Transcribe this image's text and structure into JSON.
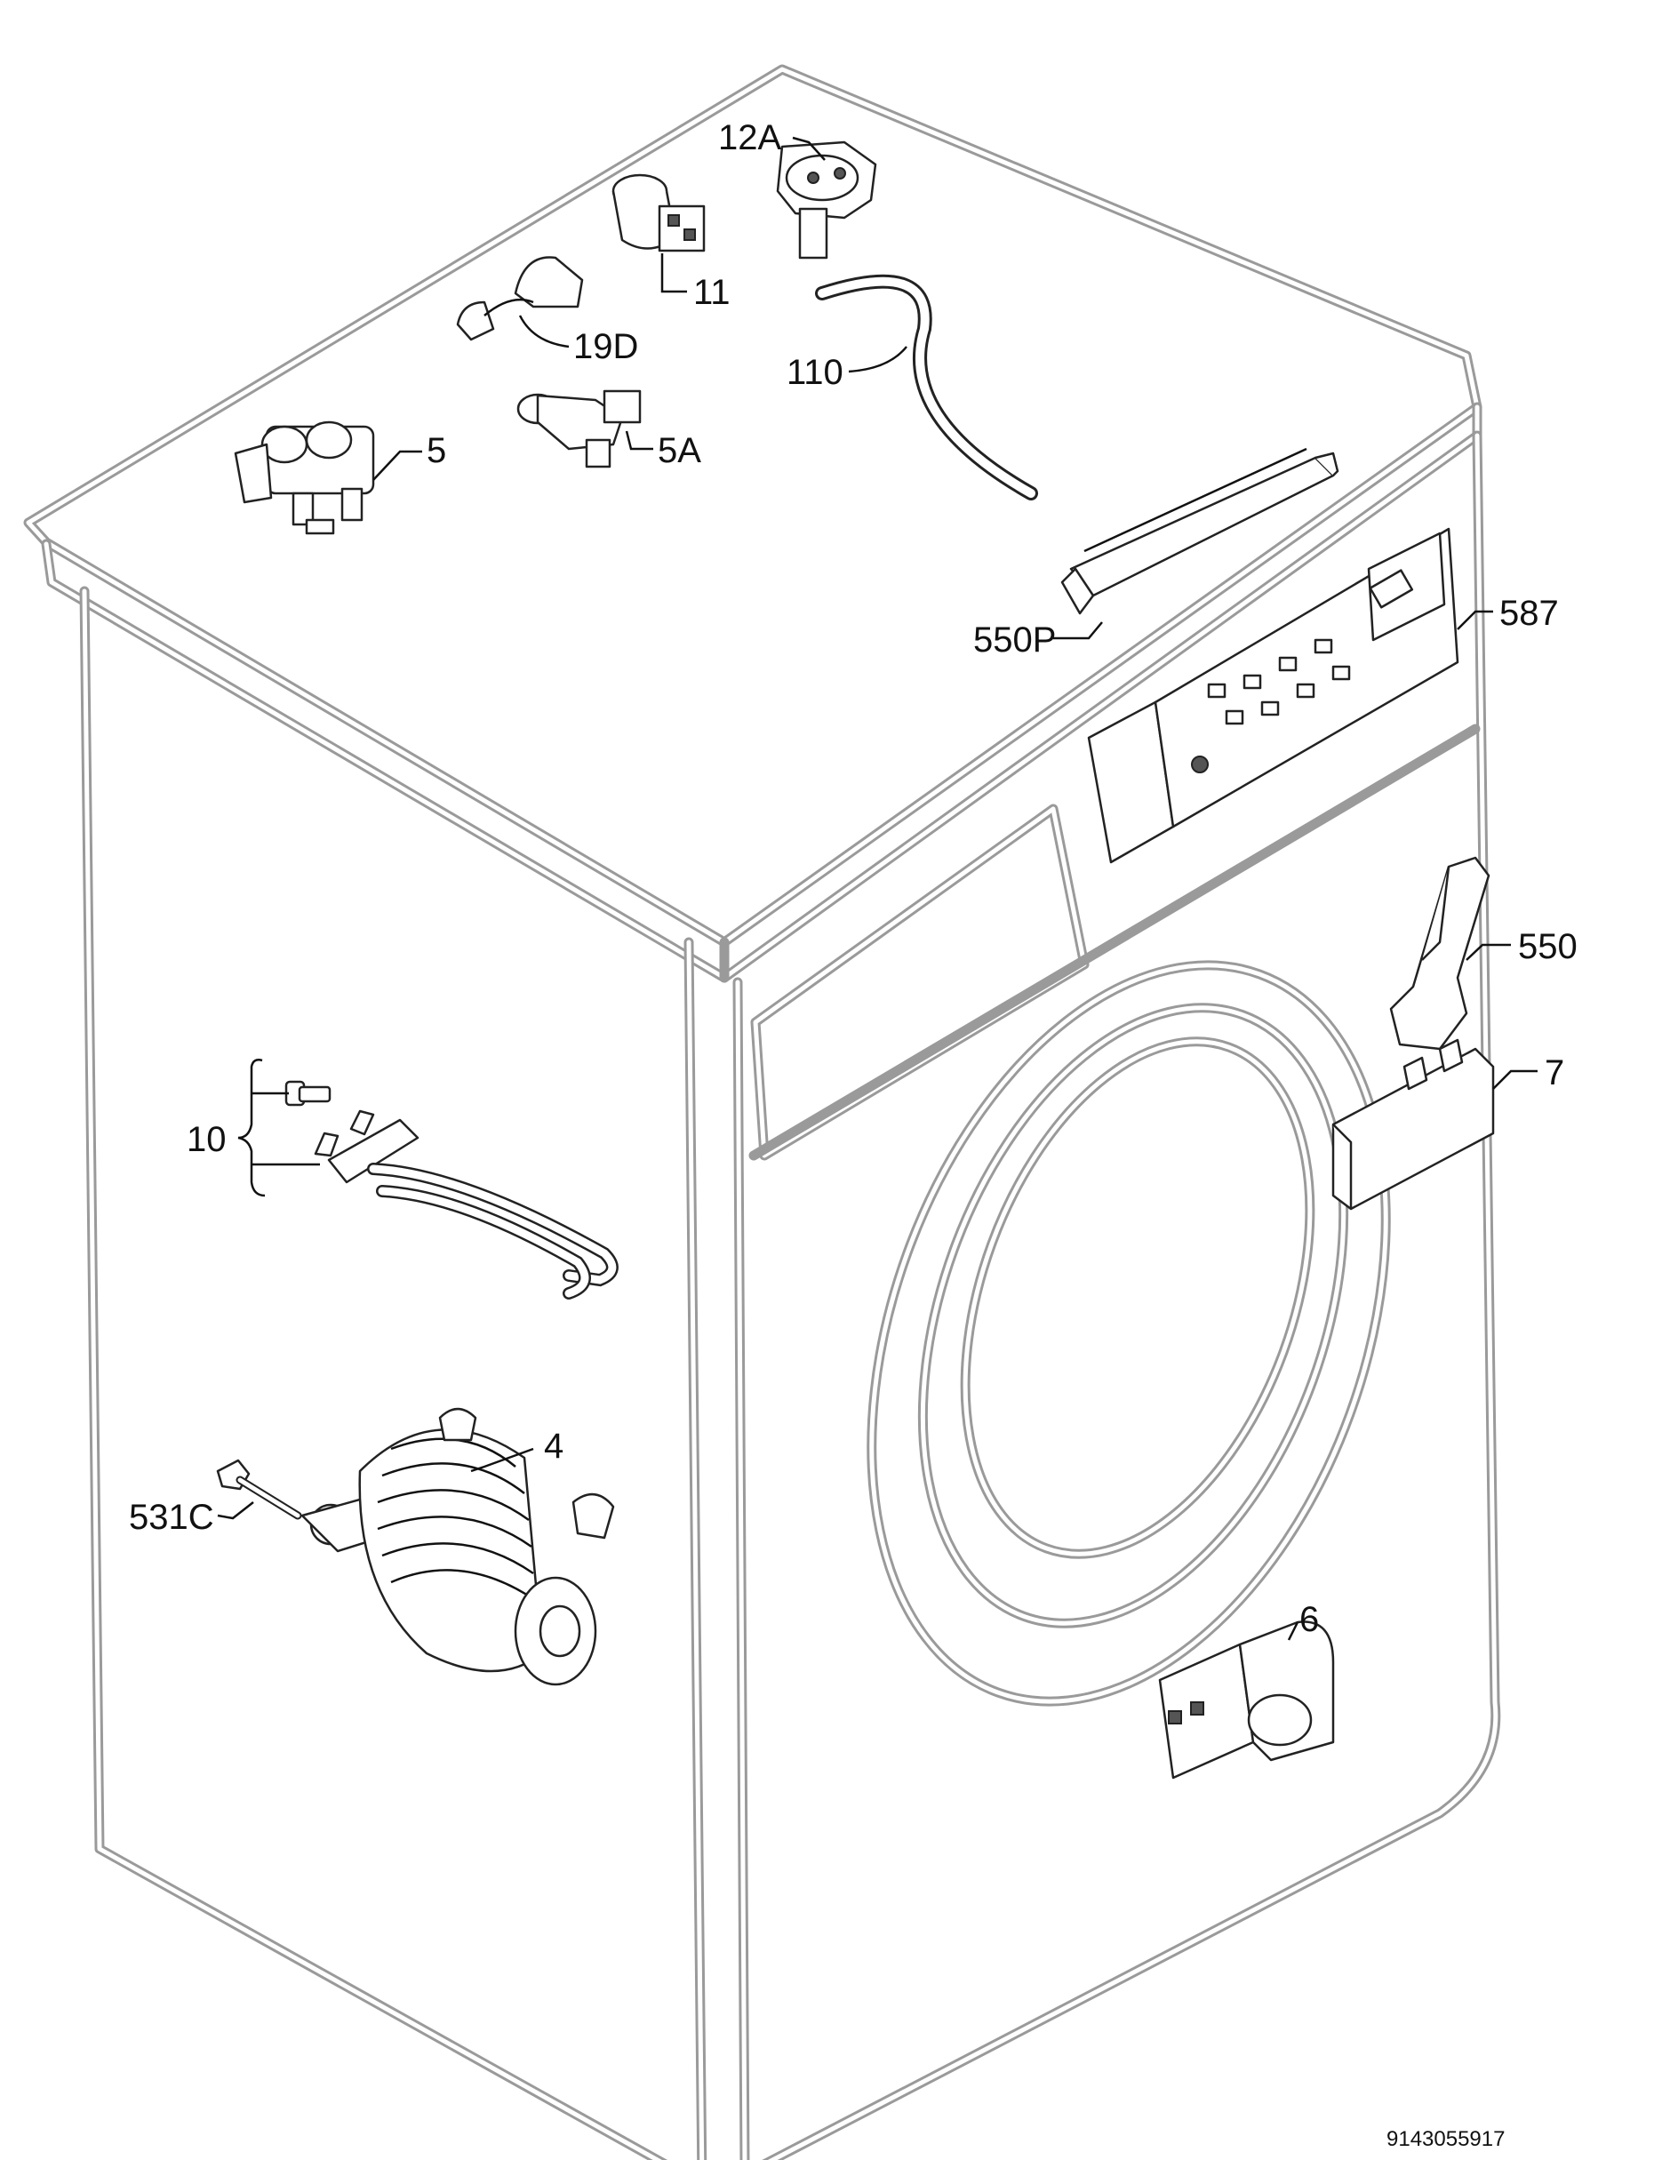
{
  "diagram": {
    "drawing_number": "9143055917",
    "callouts": {
      "c12a": "12A",
      "c11": "11",
      "c19d": "19D",
      "c110": "110",
      "c5": "5",
      "c5a": "5A",
      "c550p": "550P",
      "c587": "587",
      "c550": "550",
      "c7": "7",
      "c10": "10",
      "c4": "4",
      "c531c": "531C",
      "c6": "6"
    }
  },
  "colors": {
    "cabinet_outline": "#9a9a9a",
    "part_stroke": "#222222",
    "label_text": "#111111"
  }
}
